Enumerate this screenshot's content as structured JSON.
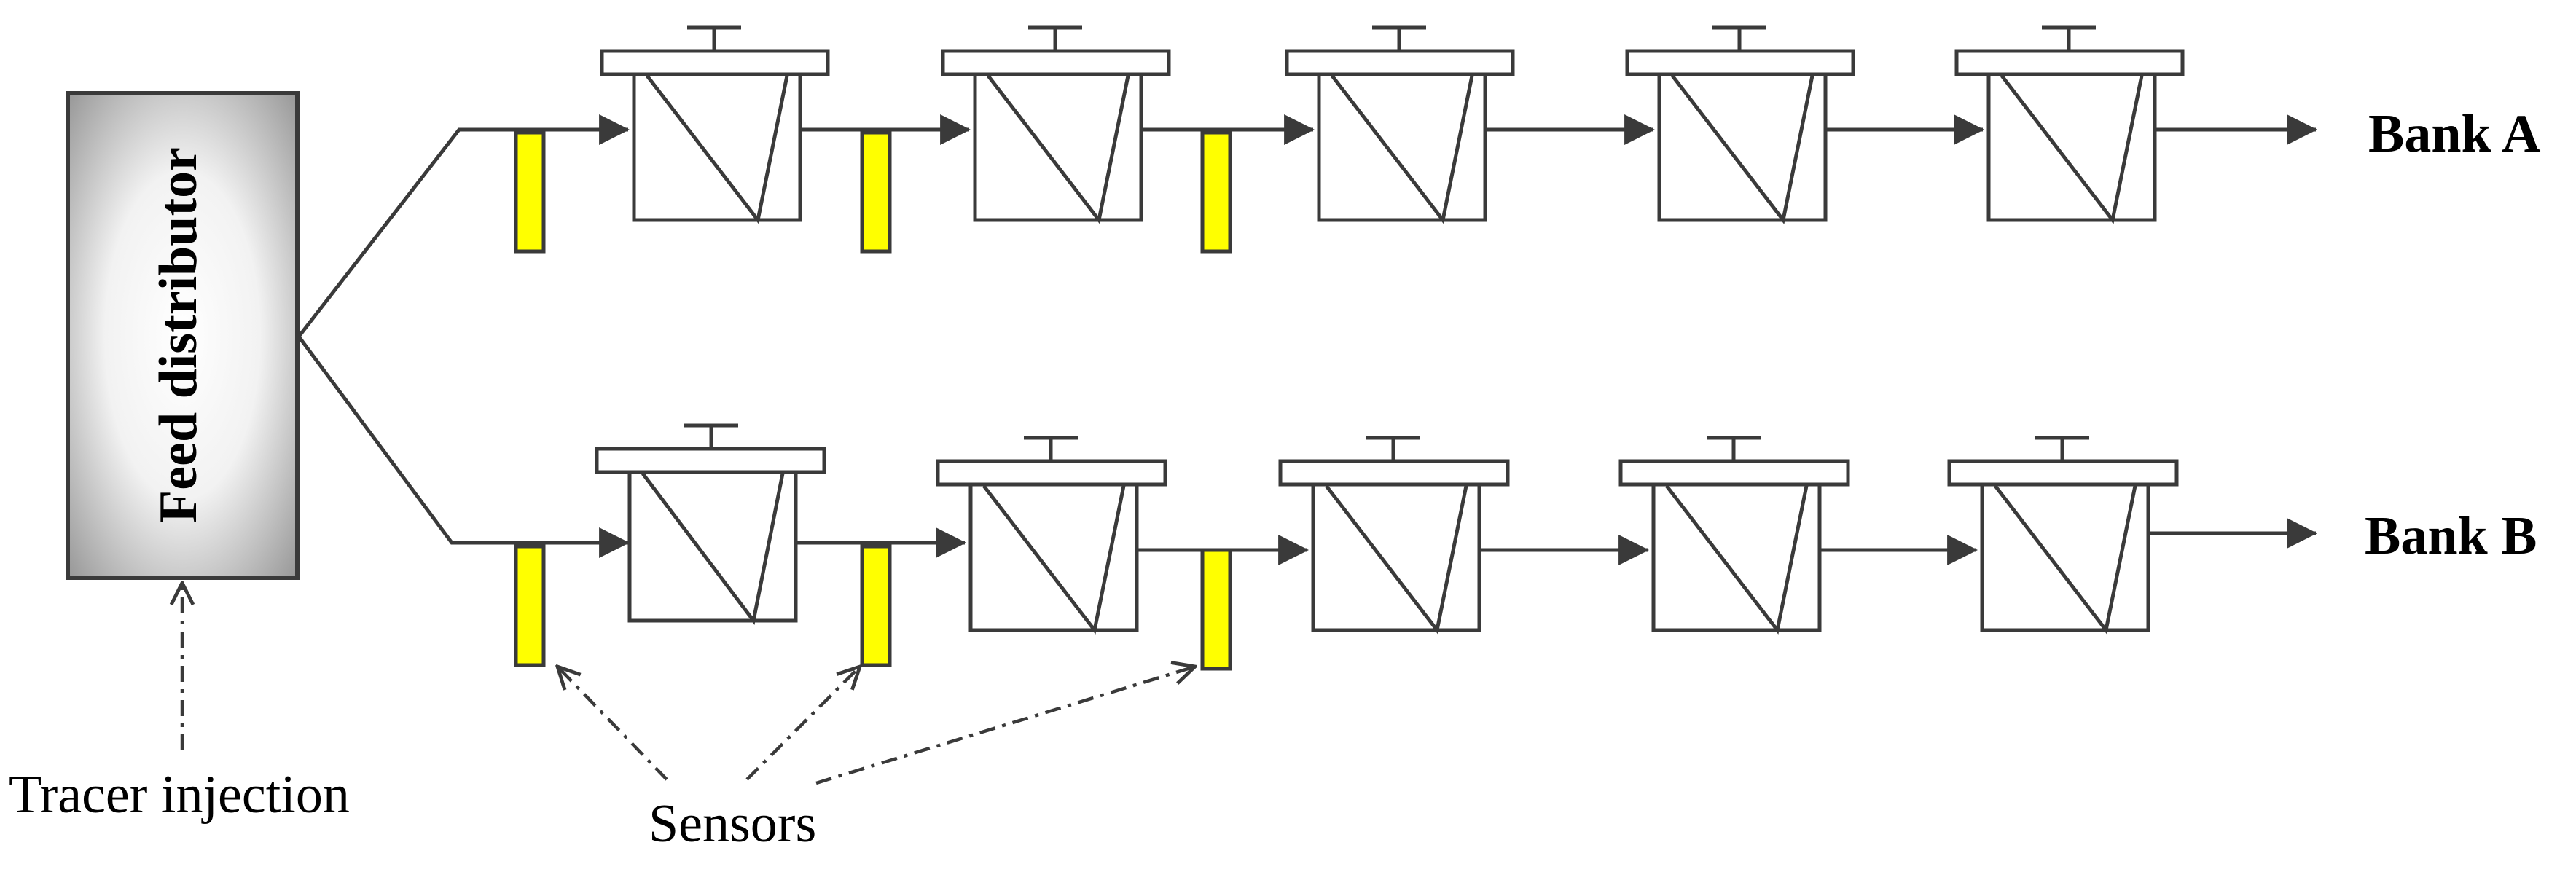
{
  "labels": {
    "feed_distributor": "Feed distributor",
    "bank_a": "Bank A",
    "bank_b": "Bank B",
    "tracer_injection": "Tracer injection",
    "sensors": "Sensors"
  },
  "colors": {
    "stroke": "#3a3a3a",
    "sensor_fill": "#ffff00",
    "distributor_gradient_center": "#ffffff",
    "distributor_gradient_edge": "#8c8c8c"
  }
}
